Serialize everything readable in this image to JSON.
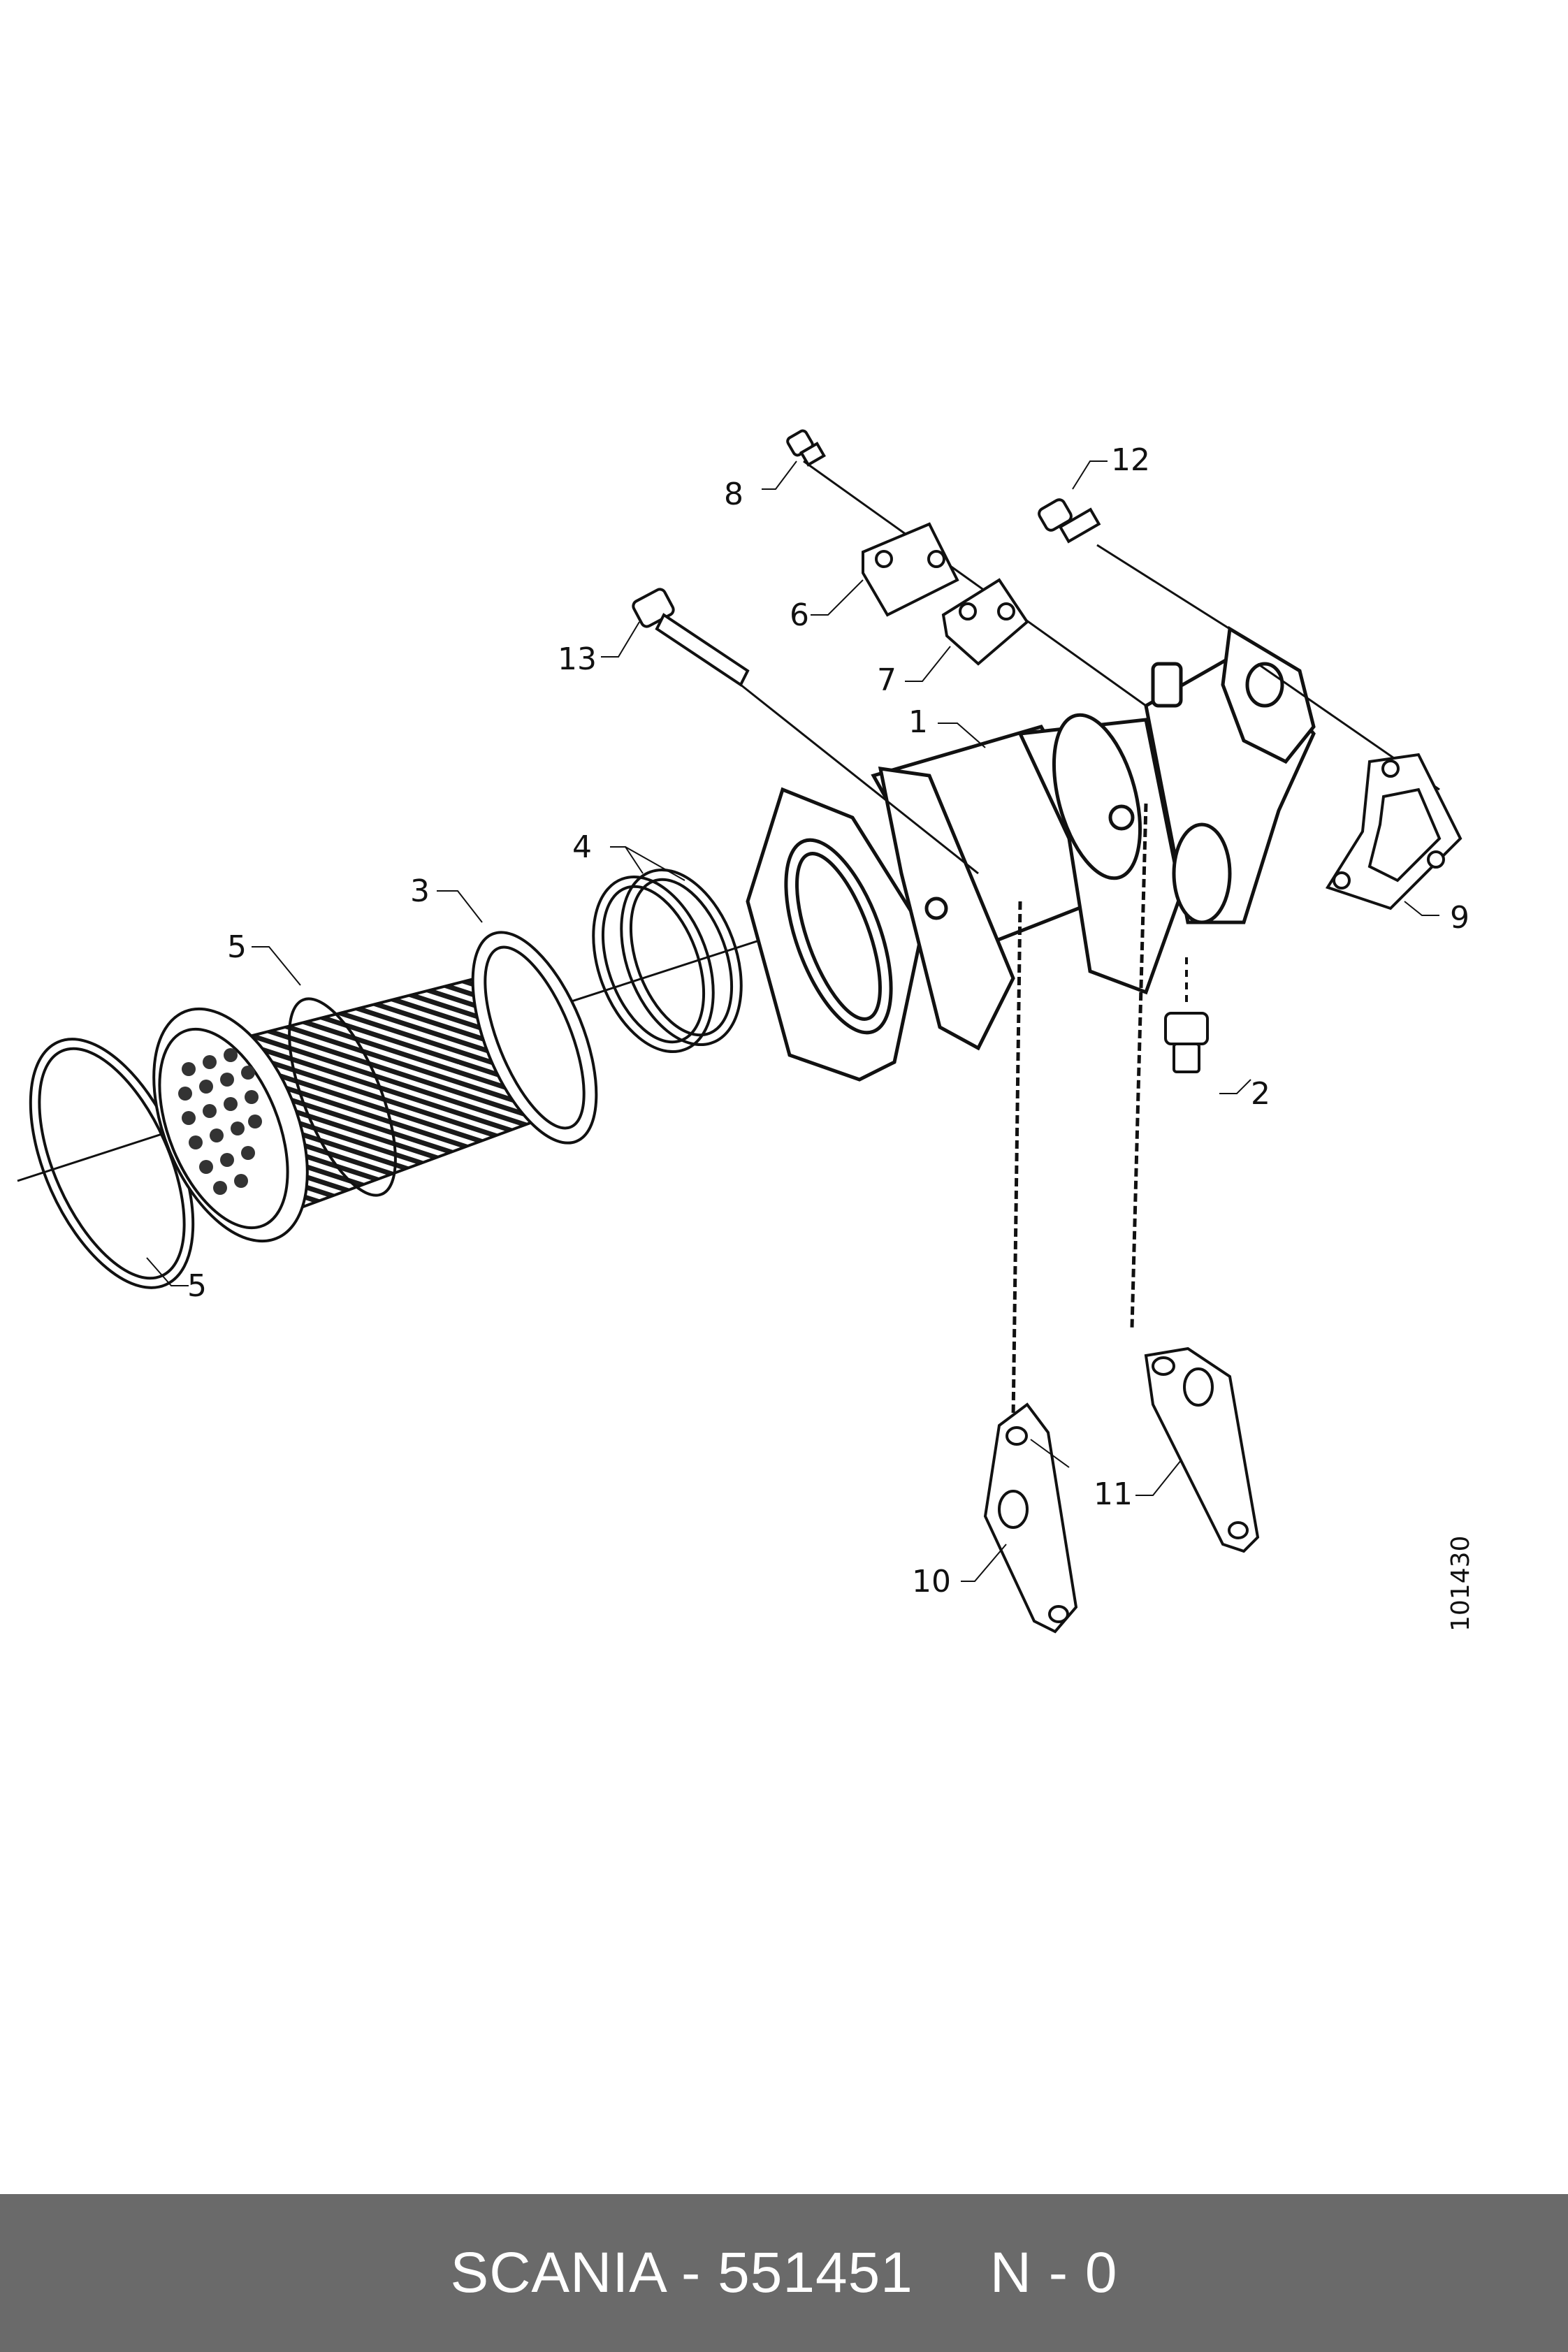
{
  "callouts": [
    "1",
    "2",
    "3",
    "4",
    "5",
    "5",
    "6",
    "7",
    "8",
    "9",
    "10",
    "11",
    "12",
    "13"
  ],
  "doc_number": "101430",
  "footer": {
    "part": "SCANIA - 551451",
    "code": "N - 0"
  },
  "colors": {
    "line": "#111111",
    "footer_bg": "#6a6a6a",
    "footer_text": "#ffffff"
  }
}
